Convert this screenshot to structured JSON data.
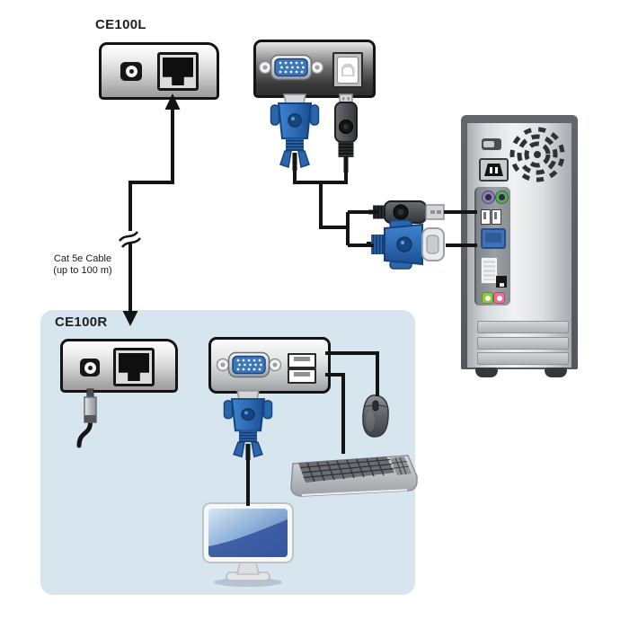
{
  "diagram": {
    "units": {
      "local": {
        "label": "CE100L"
      },
      "remote": {
        "label": "CE100R"
      }
    },
    "cable_note": {
      "line1": "Cat 5e Cable",
      "line2": "(up to 100 m)"
    },
    "colors": {
      "background": "#ffffff",
      "remote_zone": "#d7e5ef",
      "cable_line": "#141414",
      "connector_blue": "#2b66ad",
      "port_face_blue": "#3e77b8",
      "ps2_purple": "#8d80bd",
      "ps2_green": "#5aa961",
      "audio_green": "#8dc63f",
      "audio_pink": "#f06e9e",
      "tower_edge": "#63676c"
    },
    "icons": [
      "dc-power-jack-icon",
      "rj45-port-icon",
      "vga-port-icon",
      "usb-b-port-icon",
      "usb-a-port-icon",
      "vga-plug-icon",
      "usb-b-plug-icon",
      "usb-a-plug-icon",
      "dc-plug-icon",
      "fan-grille-icon",
      "power-switch-icon",
      "power-inlet-icon",
      "ps2-port-icon",
      "audio-jack-icon",
      "dvi-port-icon",
      "ethernet-port-icon",
      "mouse-icon",
      "keyboard-icon",
      "monitor-icon",
      "break-symbol-icon",
      "arrow-icon"
    ]
  }
}
